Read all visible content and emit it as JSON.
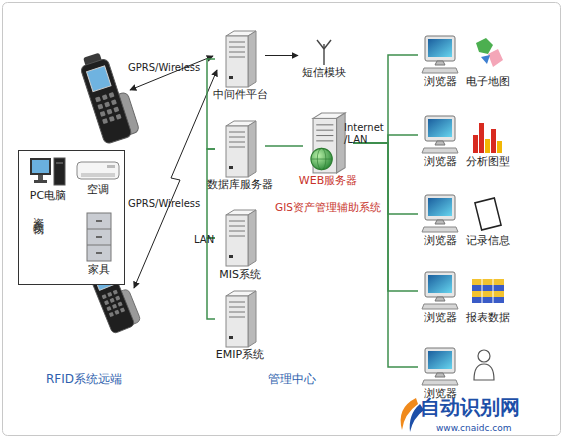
{
  "diagram": {
    "nodes": [
      {
        "text": [
          "中间件平台"
        ]
      },
      {
        "text": [
          "短信模块"
        ]
      },
      {
        "text": [
          "数据库服务器"
        ]
      },
      {
        "text": [
          "WEB服务器",
          "GIS资产管理辅助系统"
        ]
      },
      {
        "text": [
          "MIS系统"
        ]
      },
      {
        "text": [
          "EMIP系统"
        ]
      },
      {
        "text": [
          "资产实物"
        ]
      },
      {
        "text": [
          "PC电脑"
        ],
        "in": 6
      },
      {
        "text": [
          "空调"
        ],
        "in": 6
      },
      {
        "text": [
          "家具"
        ],
        "in": 6
      },
      {
        "text": [
          "浏览器"
        ]
      },
      {
        "text": [
          "浏览器"
        ]
      },
      {
        "text": [
          "浏览器"
        ]
      },
      {
        "text": [
          "浏览器"
        ]
      },
      {
        "text": [
          "浏览器"
        ]
      },
      {
        "text": [
          "电子地图"
        ]
      },
      {
        "text": [
          "分析图型"
        ]
      },
      {
        "text": [
          "记录信息"
        ]
      },
      {
        "text": [
          "报表数据"
        ]
      }
    ],
    "edges": [
      {
        "from": 0,
        "to": 1,
        "arrow": "to"
      },
      {
        "from": 0,
        "to": 2,
        "arrow": "none"
      },
      {
        "from": 2,
        "to": 4,
        "arrow": "none"
      },
      {
        "from": 4,
        "to": 5,
        "arrow": "none"
      },
      {
        "from": 2,
        "to": 3,
        "arrow": "none"
      },
      {
        "from": 3,
        "to": 10,
        "arrow": "none"
      },
      {
        "from": 3,
        "to": 11,
        "arrow": "none"
      },
      {
        "from": 3,
        "to": 12,
        "arrow": "none"
      },
      {
        "from": 3,
        "to": 13,
        "arrow": "none"
      },
      {
        "from": 3,
        "to": 14,
        "arrow": "none"
      }
    ],
    "labels": [
      "GPRS/Wireless",
      "GPRS/Wireless",
      "LAN",
      "Internet /LAN",
      "RFID系统远端",
      "管理中心",
      "自动识别网",
      "www.cnaidc.com"
    ]
  }
}
